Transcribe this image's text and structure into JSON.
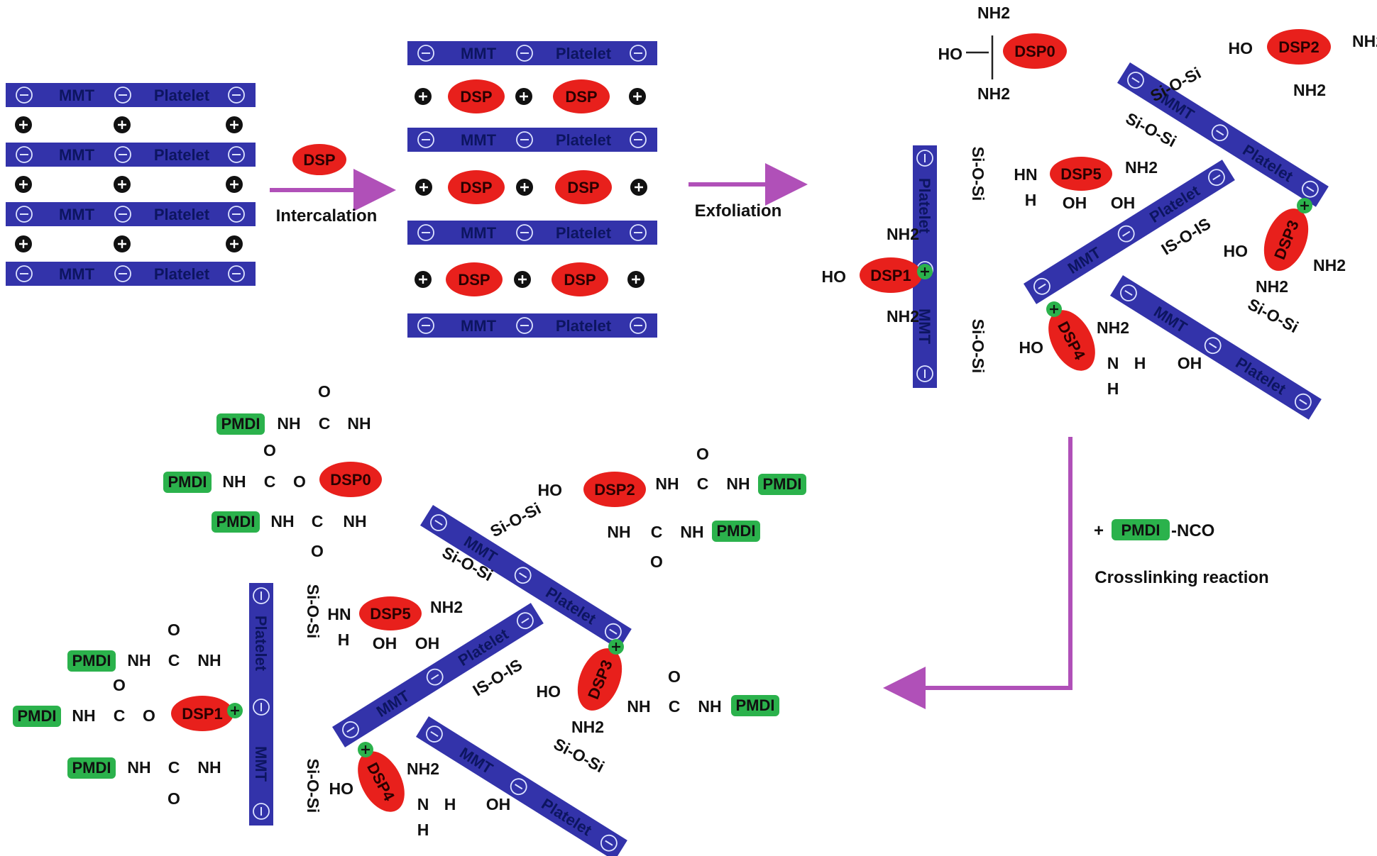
{
  "colors": {
    "platelet_fill": "#3333aa",
    "platelet_text": "#0d1560",
    "dsp_fill": "#e8201c",
    "cation_fill": "#111111",
    "pmdi_fill": "#2bb24c",
    "plus_badge": "#2bb24c",
    "arrow": "#b050b8"
  },
  "icons": {
    "negative_charge": "minus-circle-icon",
    "cation": "plus-circle-icon",
    "positive_site": "green-plus-badge-icon",
    "process_arrow": "right-arrow-icon"
  },
  "labels": {
    "mmt": "MMT",
    "platelet": "Platelet",
    "dsp": "DSP",
    "intercalation": "Intercalation",
    "exfoliation": "Exfoliation",
    "reagent_prefix": "+",
    "reagent": "PMDI",
    "reagent_group": "-NCO",
    "crosslinking": "Crosslinking reaction"
  },
  "chem": {
    "nh2": "NH2",
    "ho": "HO",
    "oh": "OH",
    "hn": "HN",
    "nh": "NH",
    "n": "N",
    "h": "H",
    "c": "C",
    "o": "O",
    "siosi": "Si-O-Si",
    "siosi_flip": "IS-O-IS",
    "pmdi": "PMDI",
    "dsp0": "DSP0",
    "dsp1": "DSP1",
    "dsp2": "DSP2",
    "dsp3": "DSP3",
    "dsp4": "DSP4",
    "dsp5": "DSP5"
  }
}
